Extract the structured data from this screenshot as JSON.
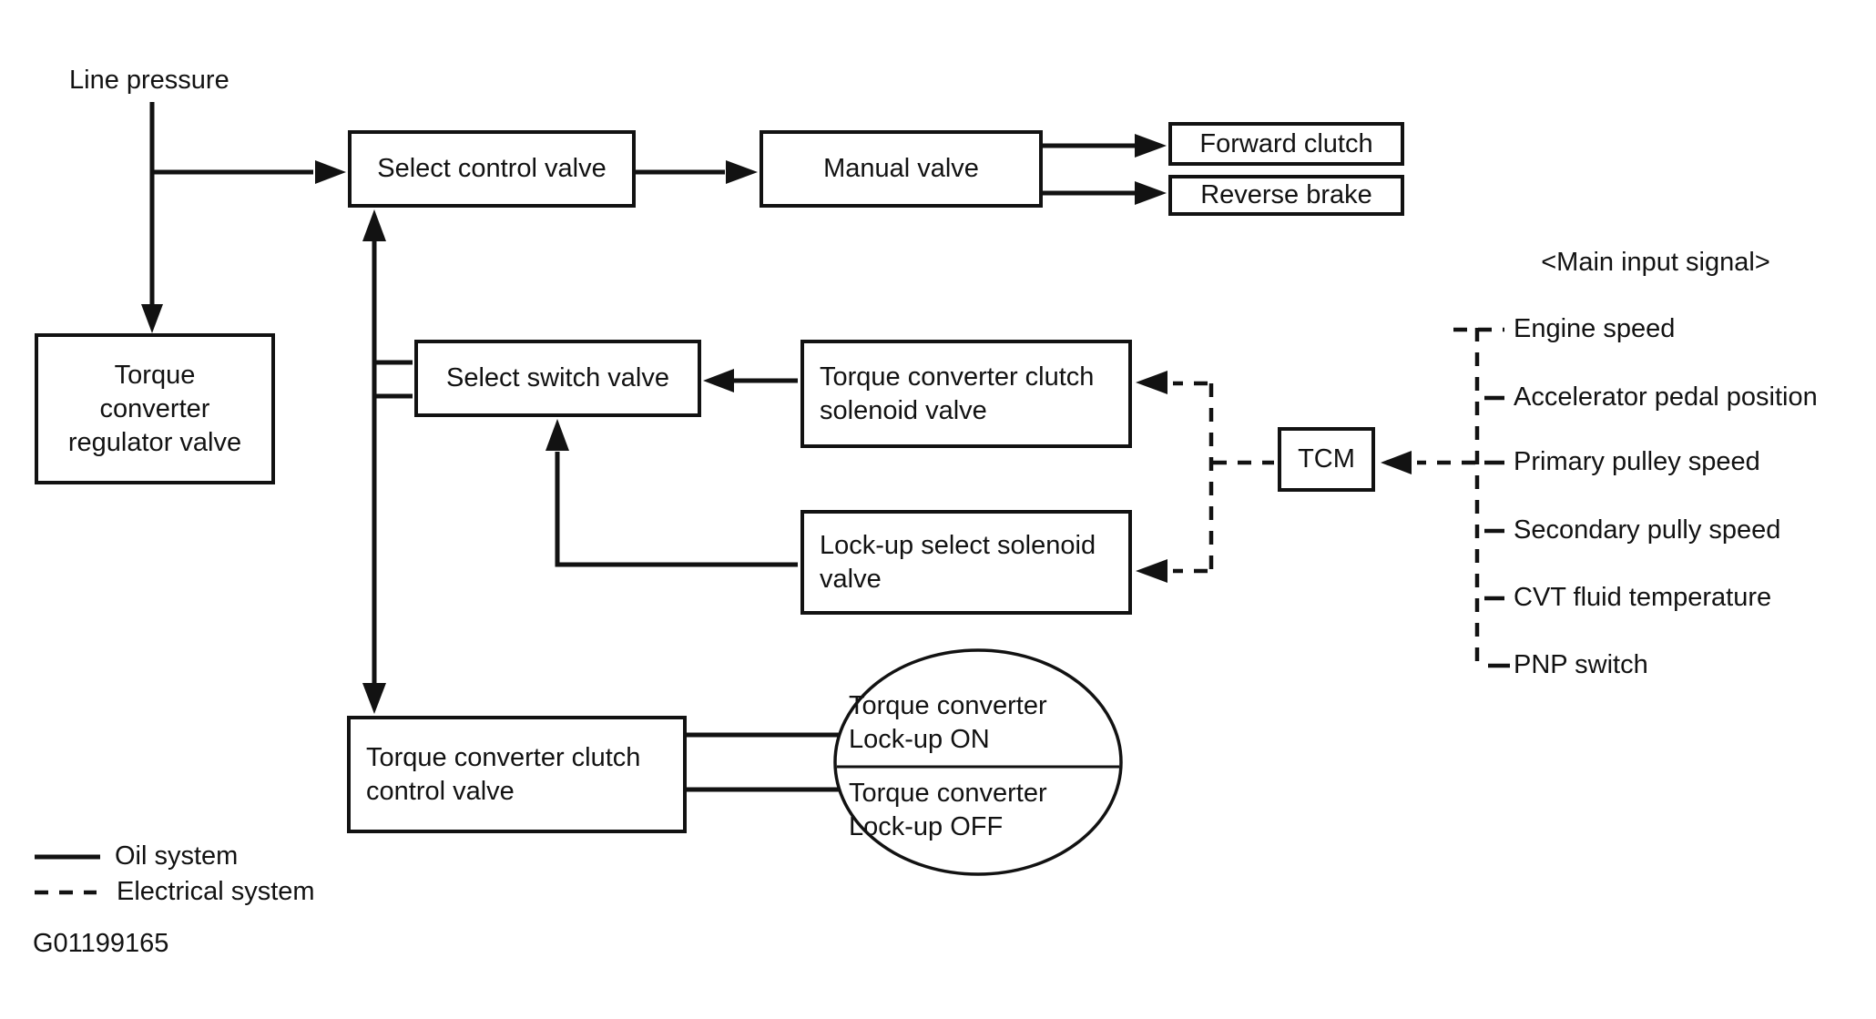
{
  "colors": {
    "ink": "#121212",
    "background": "#ffffff"
  },
  "labels": {
    "line_pressure": "Line pressure",
    "figure_code": "G01199165"
  },
  "boxes": {
    "select_control_valve": "Select control valve",
    "manual_valve": "Manual valve",
    "forward_clutch": "Forward clutch",
    "reverse_brake": "Reverse brake",
    "torque_converter_regulator_valve": "Torque\nconverter\nregulator valve",
    "select_switch_valve": "Select switch valve",
    "torque_converter_clutch_solenoid_valve": "Torque converter clutch\nsolenoid valve",
    "lockup_select_solenoid_valve": "Lock-up select solenoid\nvalve",
    "tcm": "TCM",
    "torque_converter_clutch_control_valve": "Torque converter clutch\ncontrol valve"
  },
  "lockup_state_ellipse": {
    "on": "Torque converter\nLock-up ON",
    "off": "Torque converter\nLock-up OFF"
  },
  "main_input": {
    "heading": "<Main input signal>",
    "items": [
      {
        "label": "Engine speed"
      },
      {
        "label": "Accelerator pedal position"
      },
      {
        "label": "Primary pulley speed"
      },
      {
        "label": "Secondary pully speed"
      },
      {
        "label": "CVT fluid temperature"
      },
      {
        "label": "PNP switch"
      }
    ]
  },
  "legend": {
    "oil": "Oil system",
    "electrical": "Electrical system"
  }
}
